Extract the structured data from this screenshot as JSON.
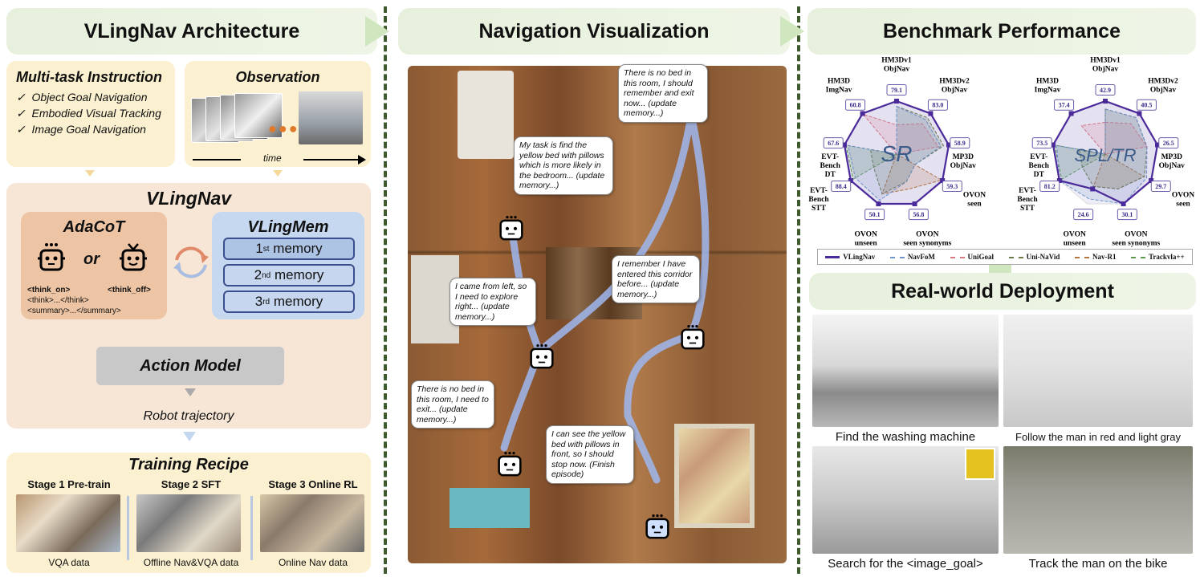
{
  "headers": {
    "architecture": "VLingNav Architecture",
    "navigation": "Navigation Visualization",
    "benchmark": "Benchmark Performance",
    "deployment": "Real-world Deployment"
  },
  "instruction": {
    "title": "Multi-task Instruction",
    "items": [
      "Object Goal Navigation",
      "Embodied Visual Tracking",
      "Image Goal Navigation"
    ],
    "check": "✓"
  },
  "observation": {
    "title": "Observation",
    "time_label": "time"
  },
  "vlingnav": {
    "title": "VLingNav",
    "or": "or",
    "adacot": {
      "title": "AdaCoT",
      "think_on": "<think_on>",
      "think_off": "<think_off>",
      "think": "<think>...</think>",
      "summary": "<summary>...</summary>"
    },
    "vlingmem": {
      "title": "VLingMem",
      "memories": [
        {
          "n": "1",
          "sup": "st",
          "label": " memory"
        },
        {
          "n": "2",
          "sup": "nd",
          "label": " memory"
        },
        {
          "n": "3",
          "sup": "rd",
          "label": " memory"
        }
      ]
    },
    "action_model": "Action Model",
    "robot_trajectory": "Robot trajectory"
  },
  "training": {
    "title": "Training Recipe",
    "stages": [
      {
        "title": "Stage 1 Pre-train",
        "data": "VQA data"
      },
      {
        "title": "Stage 2 SFT",
        "data": "Offline Nav&VQA data"
      },
      {
        "title": "Stage 3 Online RL",
        "data": "Online Nav data"
      }
    ]
  },
  "bubbles": [
    "There is no bed in this room, I should remember and exit now... (update memory...)",
    "My task is find the yellow bed with pillows which is more likely in the bedroom... (update memory...)",
    "I remember I have entered this corridor before... (update memory...)",
    "I came from left, so I need to explore right... (update memory...)",
    "There is no bed in this room, I need to exit... (update memory...)",
    "I can see the yellow bed with pillows in front, so I should stop now. (Finish episode)"
  ],
  "chart_data": [
    {
      "type": "radar",
      "title": "SR",
      "axes": [
        "HM3Dv1 ObjNav",
        "HM3Dv2 ObjNav",
        "MP3D ObjNav",
        "OVON seen",
        "OVON seen synonyms",
        "OVON unseen",
        "EVT-Bench STT",
        "EVT-Bench DT",
        "HM3D ImgNav"
      ],
      "vlingnav_values": [
        "79.1",
        "83.0",
        "58.9",
        "59.3",
        "56.8",
        "50.1",
        "88.4",
        "67.6",
        "60.8"
      ],
      "series_relative": [
        {
          "name": "VLingNav",
          "color": "#4b2a9a",
          "r": [
            1,
            1,
            1,
            1,
            1,
            1,
            1,
            1,
            1
          ]
        },
        {
          "name": "NavFoM",
          "color": "#6f95c8",
          "r": [
            0.9,
            0.85,
            0.85,
            0.4,
            0.55,
            0.93,
            0.9,
            0.93,
            0
          ]
        },
        {
          "name": "UniGoal",
          "color": "#d77a86",
          "r": [
            0.55,
            0.75,
            0.8,
            0,
            0,
            0,
            0,
            0,
            0.98
          ]
        },
        {
          "name": "Uni-NaVid",
          "color": "#6b7a4a",
          "r": [
            0.9,
            0.9,
            0.9,
            0.4,
            0.55,
            0.8,
            0.5,
            0.5,
            0
          ]
        },
        {
          "name": "Nav-R1",
          "color": "#b5733d",
          "r": [
            0,
            0,
            0,
            0.98,
            0.7,
            0.8,
            0,
            0,
            0
          ]
        },
        {
          "name": "Trackvla++",
          "color": "#5a9a4a",
          "r": [
            0,
            0,
            0,
            0,
            0,
            0,
            0.95,
            0.97,
            0
          ]
        }
      ]
    },
    {
      "type": "radar",
      "title": "SPL/TR",
      "axes": [
        "HM3Dv1 ObjNav",
        "HM3Dv2 ObjNav",
        "MP3D ObjNav",
        "OVON seen",
        "OVON seen synonyms",
        "OVON unseen",
        "EVT-Bench STT",
        "EVT-Bench DT",
        "HM3D ImgNav"
      ],
      "vlingnav_values": [
        "42.9",
        "40.5",
        "26.5",
        "29.7",
        "30.1",
        "24.6",
        "81.2",
        "73.5",
        "37.4"
      ],
      "series_relative": [
        {
          "name": "VLingNav",
          "color": "#4b2a9a",
          "r": [
            1,
            1,
            1,
            1,
            1,
            0.7,
            1,
            1,
            1
          ]
        },
        {
          "name": "NavFoM",
          "color": "#6f95c8",
          "r": [
            0.85,
            0.9,
            0.8,
            0.9,
            1,
            0.9,
            1,
            0.93,
            0
          ]
        },
        {
          "name": "UniGoal",
          "color": "#d77a86",
          "r": [
            0.6,
            0.75,
            0.8,
            0,
            0,
            0,
            0,
            0,
            0.7
          ]
        },
        {
          "name": "Uni-NaVid",
          "color": "#6b7a4a",
          "r": [
            0.85,
            0.9,
            0.8,
            0.85,
            0.7,
            0.65,
            0.5,
            0.5,
            0
          ]
        },
        {
          "name": "Nav-R1",
          "color": "#b5733d",
          "r": [
            0,
            0,
            0,
            0.85,
            0.7,
            0.65,
            0,
            0,
            0
          ]
        },
        {
          "name": "Trackvla++",
          "color": "#5a9a4a",
          "r": [
            0,
            0,
            0,
            0,
            0,
            0,
            0.95,
            0.97,
            0
          ]
        }
      ]
    }
  ],
  "legend": [
    "VLingNav",
    "NavFoM",
    "UniGoal",
    "Uni-NaVid",
    "Nav-R1",
    "Trackvla++"
  ],
  "deployment": {
    "captions": [
      "Find the washing machine",
      "Follow the man in red and light gray",
      "Search for the <image_goal>",
      "Track the man on the bike"
    ]
  }
}
